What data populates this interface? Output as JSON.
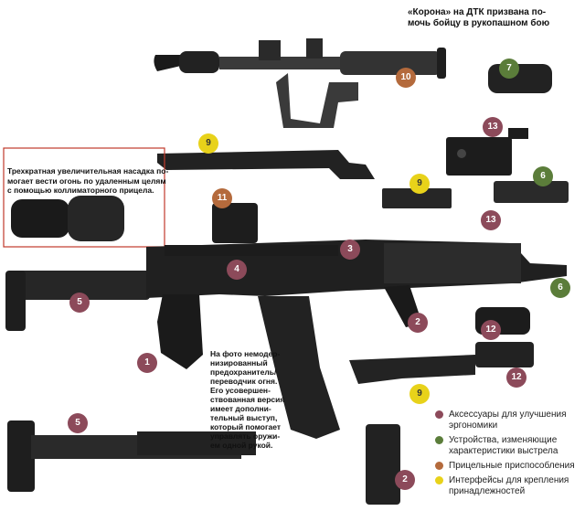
{
  "callouts": {
    "muzzle_brake": [
      "«Корона» на ДТК призвана по-",
      "мочь бойцу в рукопашном бою"
    ],
    "magnifier": [
      "Трехкратная увеличительная насадка по-",
      "могает вести огонь по удаленным целям",
      "с помощью коллиматорного прицела."
    ],
    "safety": [
      "На фото немодер-",
      "низированный",
      "предохранитель/",
      "переводчик огня.",
      "Его усовершен-",
      "ствованная версия",
      "имеет дополни-",
      "тельный выступ,",
      "который помогает",
      "управлять оружи-",
      "ем одной рукой."
    ]
  },
  "badges": [
    {
      "num": "10",
      "cat": "sight"
    },
    {
      "num": "7",
      "cat": "shot"
    },
    {
      "num": "13",
      "cat": "ergo"
    },
    {
      "num": "9",
      "cat": "mount"
    },
    {
      "num": "6",
      "cat": "shot"
    },
    {
      "num": "9",
      "cat": "mount"
    },
    {
      "num": "11",
      "cat": "sight"
    },
    {
      "num": "3",
      "cat": "ergo"
    },
    {
      "num": "4",
      "cat": "ergo"
    },
    {
      "num": "13",
      "cat": "ergo"
    },
    {
      "num": "5",
      "cat": "ergo"
    },
    {
      "num": "6",
      "cat": "shot"
    },
    {
      "num": "2",
      "cat": "ergo"
    },
    {
      "num": "12",
      "cat": "ergo"
    },
    {
      "num": "1",
      "cat": "ergo"
    },
    {
      "num": "12",
      "cat": "ergo"
    },
    {
      "num": "9",
      "cat": "mount"
    },
    {
      "num": "5",
      "cat": "ergo"
    },
    {
      "num": "2",
      "cat": "ergo"
    }
  ],
  "legend": [
    {
      "label": "Аксессуары для улучшения эргономики",
      "color": "#8c4a5a"
    },
    {
      "label": "Устройства, изменяющие характеристики выстрела",
      "color": "#5b7d3a"
    },
    {
      "label": "Прицельные приспособления",
      "color": "#b46a3c"
    },
    {
      "label": "Интерфейсы для крепления принадлежностей",
      "color": "#e8d21a"
    }
  ],
  "colors": {
    "ergo": "#8c4a5a",
    "shot": "#5b7d3a",
    "sight": "#b46a3c",
    "mount": "#e8d21a"
  }
}
